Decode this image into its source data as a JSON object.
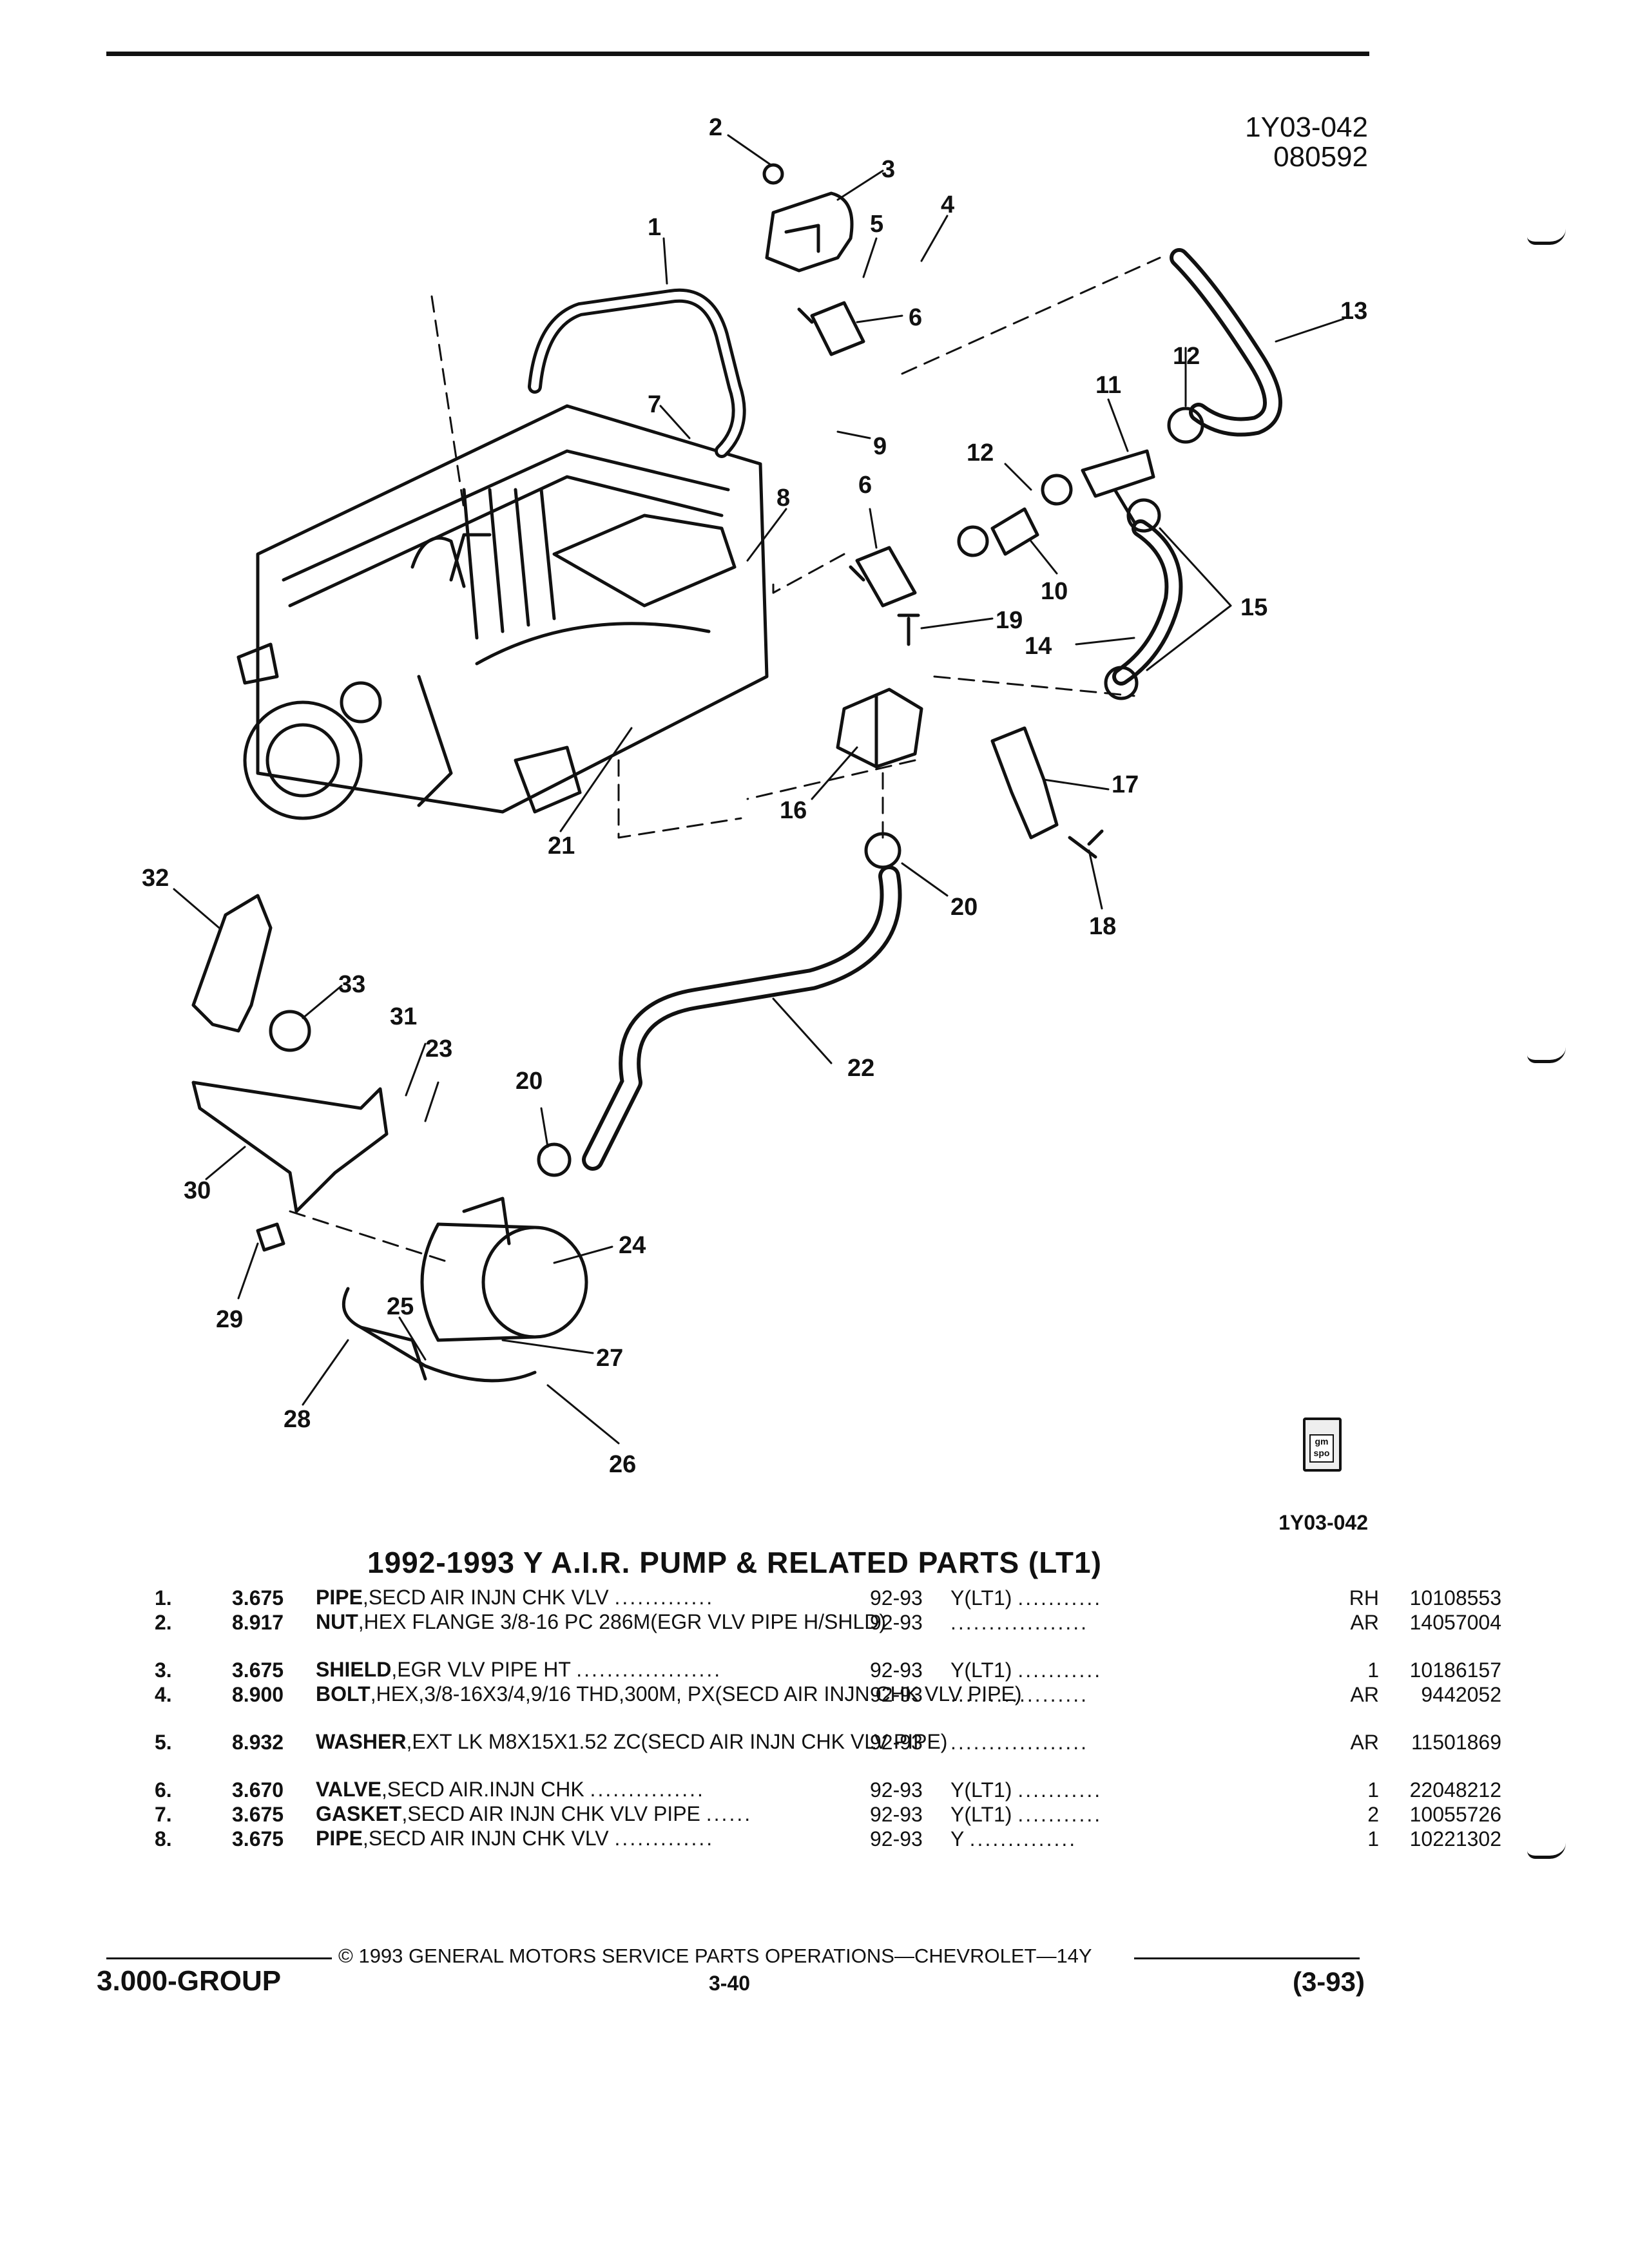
{
  "diagram": {
    "code_top_1": "1Y03-042",
    "code_top_2": "080592",
    "callouts": [
      "1",
      "2",
      "3",
      "4",
      "5",
      "6",
      "6",
      "7",
      "8",
      "9",
      "10",
      "11",
      "12",
      "12",
      "13",
      "14",
      "15",
      "16",
      "17",
      "18",
      "19",
      "20",
      "20",
      "21",
      "22",
      "23",
      "24",
      "25",
      "26",
      "27",
      "28",
      "29",
      "30",
      "31",
      "32",
      "33"
    ],
    "code_bottom": "1Y03-042",
    "badge_text_1": "gm",
    "badge_text_2": "spo"
  },
  "table": {
    "title": "1992-1993 Y A.I.R. PUMP & RELATED PARTS (LT1)",
    "rows": [
      {
        "idx": "1.",
        "ctl": "3.675",
        "name": "PIPE",
        "desc": ",SECD AIR INJN CHK VLV",
        "yrs": "92-93",
        "model": "Y(LT1)",
        "qty": "RH",
        "pn": "10108553"
      },
      {
        "idx": "2.",
        "ctl": "8.917",
        "name": "NUT",
        "desc": ",HEX FLANGE 3/8-16 PC 286M(EGR VLV PIPE H/SHLD)",
        "yrs": "92-93",
        "model": "",
        "qty": "AR",
        "pn": "14057004"
      },
      {
        "idx": "3.",
        "ctl": "3.675",
        "name": "SHIELD",
        "desc": ",EGR VLV PIPE HT",
        "yrs": "92-93",
        "model": "Y(LT1)",
        "qty": "1",
        "pn": "10186157"
      },
      {
        "idx": "4.",
        "ctl": "8.900",
        "name": "BOLT",
        "desc": ",HEX,3/8-16X3/4,9/16 THD,300M, PX(SECD AIR INJN CHK VLV PIPE)",
        "yrs": "92-93",
        "model": "",
        "qty": "AR",
        "pn": "9442052"
      },
      {
        "idx": "5.",
        "ctl": "8.932",
        "name": "WASHER",
        "desc": ",EXT LK M8X15X1.52 ZC(SECD AIR INJN CHK VLV PIPE)",
        "yrs": "92-93",
        "model": "",
        "qty": "AR",
        "pn": "11501869"
      },
      {
        "idx": "6.",
        "ctl": "3.670",
        "name": "VALVE",
        "desc": ",SECD AIR.INJN CHK",
        "yrs": "92-93",
        "model": "Y(LT1)",
        "qty": "1",
        "pn": "22048212"
      },
      {
        "idx": "7.",
        "ctl": "3.675",
        "name": "GASKET",
        "desc": ",SECD AIR INJN CHK VLV PIPE",
        "yrs": "92-93",
        "model": "Y(LT1)",
        "qty": "2",
        "pn": "10055726"
      },
      {
        "idx": "8.",
        "ctl": "3.675",
        "name": "PIPE",
        "desc": ",SECD AIR INJN CHK VLV",
        "yrs": "92-93",
        "model": "Y",
        "qty": "1",
        "pn": "10221302"
      }
    ]
  },
  "footer": {
    "copyright": "© 1993 GENERAL MOTORS SERVICE PARTS OPERATIONS—CHEVROLET—14Y",
    "group": "3.000-GROUP",
    "page": "3-40",
    "date": "(3-93)"
  }
}
